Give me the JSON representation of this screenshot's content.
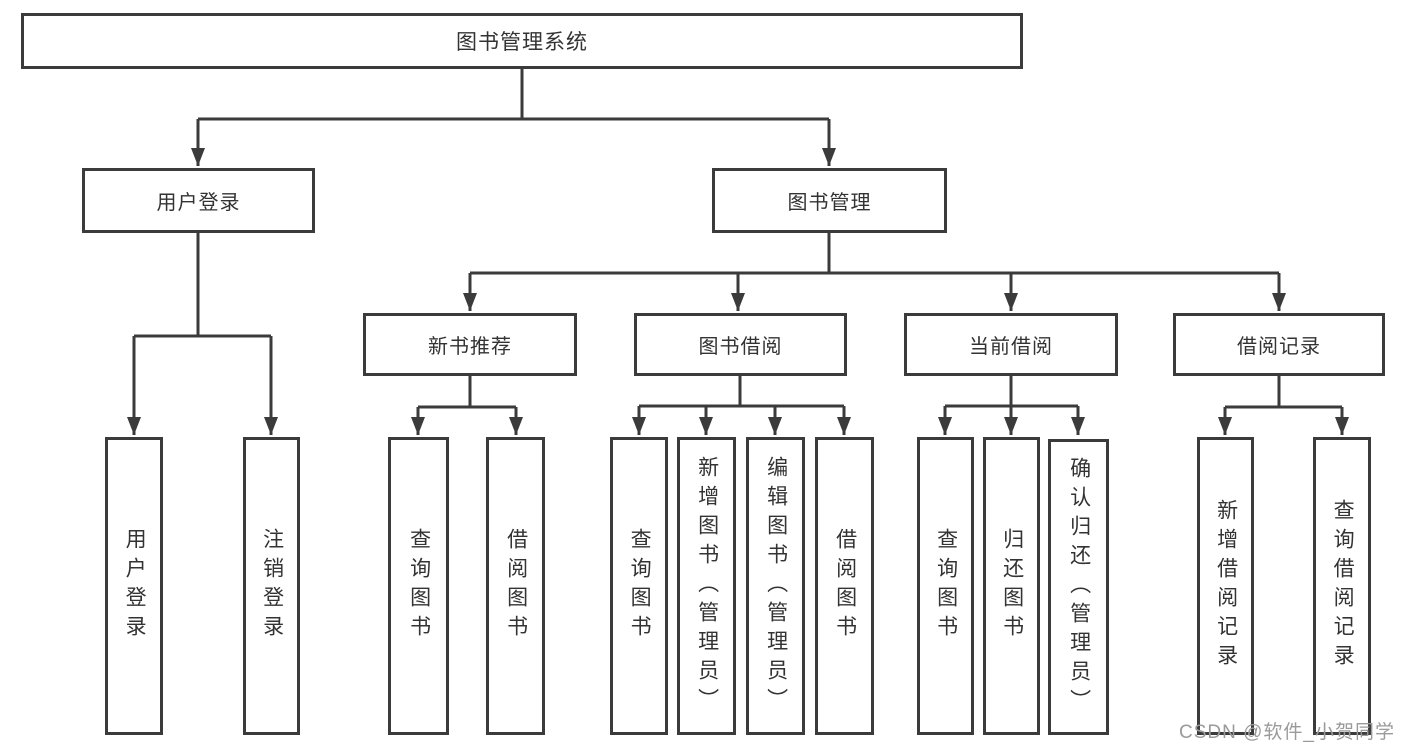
{
  "diagram": {
    "root": {
      "label": "图书管理系统"
    },
    "level2": [
      {
        "label": "用户登录"
      },
      {
        "label": "图书管理"
      }
    ],
    "user_login_children": [
      "用户登录",
      "注销登录"
    ],
    "sections": [
      {
        "label": "新书推荐",
        "children": [
          "查询图书",
          "借阅图书"
        ]
      },
      {
        "label": "图书借阅",
        "children": [
          "查询图书",
          "新增图书（管理员）",
          "编辑图书（管理员）",
          "借阅图书"
        ]
      },
      {
        "label": "当前借阅",
        "children": [
          "查询图书",
          "归还图书",
          "确认归还（管理员）"
        ]
      },
      {
        "label": "借阅记录",
        "children": [
          "新增借阅记录",
          "查询借阅记录"
        ]
      }
    ],
    "watermark": "CSDN @软件_小贺同学",
    "colors": {
      "line": "#3b3b3b",
      "text": "#333333",
      "watermark": "#9a9a9a",
      "background": "#ffffff"
    }
  }
}
